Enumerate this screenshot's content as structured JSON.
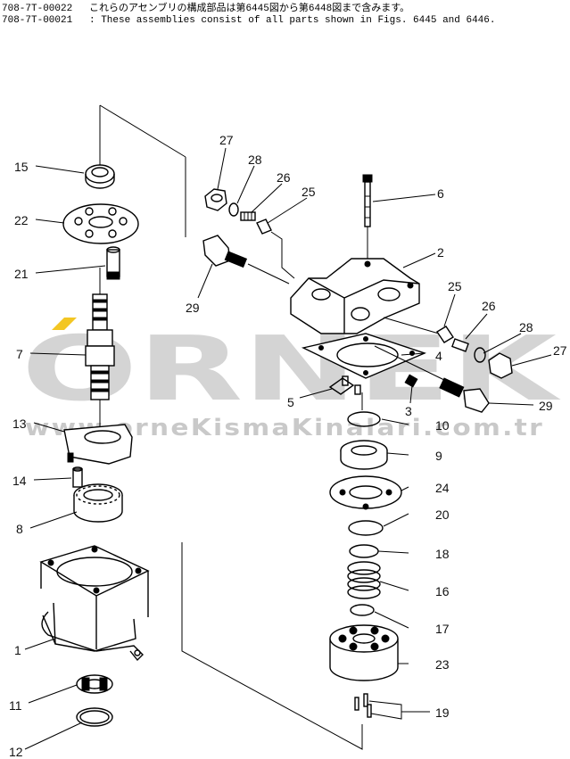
{
  "header": {
    "part_numbers": [
      "708-7T-00022",
      "708-7T-00021"
    ],
    "note_jp": "これらのアセンブリの構成部品は第6445図から第6448図まで含みます。",
    "note_en": ": These assemblies consist of all parts shown in Figs. 6445 and 6446."
  },
  "watermark": {
    "brand": "ORNEK",
    "url": "www.orneKismaKinalari.com.tr"
  },
  "callouts": {
    "c15": "15",
    "c22": "22",
    "c21": "21",
    "c7": "7",
    "c13": "13",
    "c14": "14",
    "c8": "8",
    "c1": "1",
    "c11": "11",
    "c12": "12",
    "c27a": "27",
    "c28a": "28",
    "c26a": "26",
    "c25a": "25",
    "c6": "6",
    "c29a": "29",
    "c2": "2",
    "c25b": "25",
    "c26b": "26",
    "c28b": "28",
    "c27b": "27",
    "c4": "4",
    "c5": "5",
    "c3": "3",
    "c29b": "29",
    "c10": "10",
    "c9": "9",
    "c24": "24",
    "c20": "20",
    "c18": "18",
    "c16": "16",
    "c17": "17",
    "c23": "23",
    "c19": "19"
  }
}
